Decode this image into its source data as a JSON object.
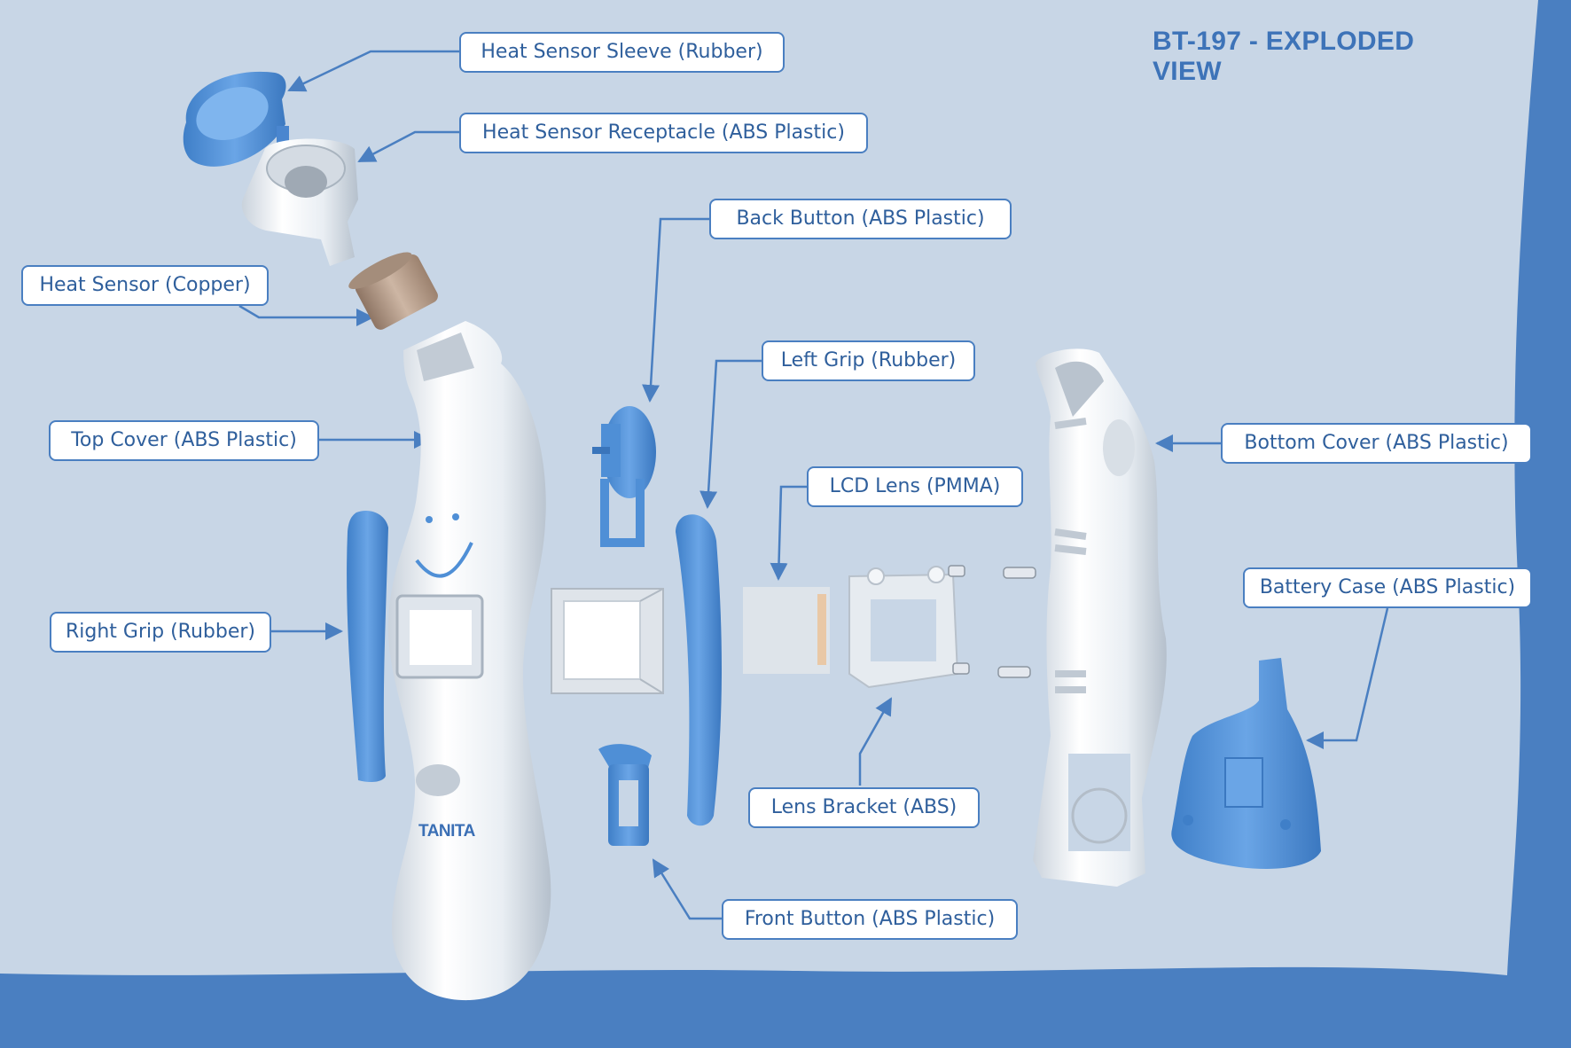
{
  "title": "BT-197 - EXPLODED VIEW",
  "brand": "TANITA",
  "colors": {
    "accent_blue": "#4a7fc1",
    "background": "#c8d6e6",
    "part_white": "#eef2f6",
    "part_blue": "#4f8fd6",
    "copper": "#b59a86"
  },
  "labels": {
    "heat_sensor_sleeve": "Heat Sensor Sleeve (Rubber)",
    "heat_sensor_receptacle": "Heat Sensor Receptacle (ABS Plastic)",
    "back_button": "Back Button (ABS Plastic)",
    "heat_sensor": "Heat Sensor (Copper)",
    "left_grip": "Left Grip (Rubber)",
    "top_cover": "Top Cover (ABS Plastic)",
    "bottom_cover": "Bottom Cover (ABS Plastic)",
    "lcd_lens": "LCD Lens (PMMA)",
    "battery_case": "Battery Case (ABS Plastic)",
    "right_grip": "Right Grip (Rubber)",
    "lens_bracket": "Lens Bracket (ABS)",
    "front_button": "Front Button (ABS Plastic)"
  }
}
